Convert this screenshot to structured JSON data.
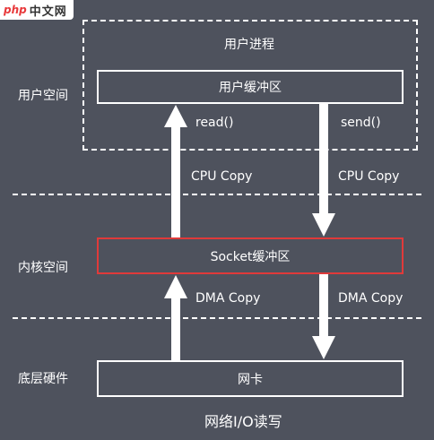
{
  "watermark": {
    "logo": "php",
    "text": "中文网"
  },
  "user_process": {
    "title": "用户进程"
  },
  "boxes": {
    "user_buffer": "用户缓冲区",
    "socket_buffer": "Socket缓冲区",
    "nic": "网卡"
  },
  "sections": {
    "user_space": "用户空间",
    "kernel_space": "内核空间",
    "hardware": "底层硬件"
  },
  "arrow_labels": {
    "read": "read()",
    "send": "send()",
    "cpu_copy_left": "CPU Copy",
    "cpu_copy_right": "CPU Copy",
    "dma_copy_left": "DMA Copy",
    "dma_copy_right": "DMA Copy"
  },
  "caption": "网络I/O读写",
  "colors": {
    "background": "#4e525d",
    "line": "#ffffff",
    "socket_border": "#e03a3a",
    "watermark_logo": "#e8393b"
  }
}
